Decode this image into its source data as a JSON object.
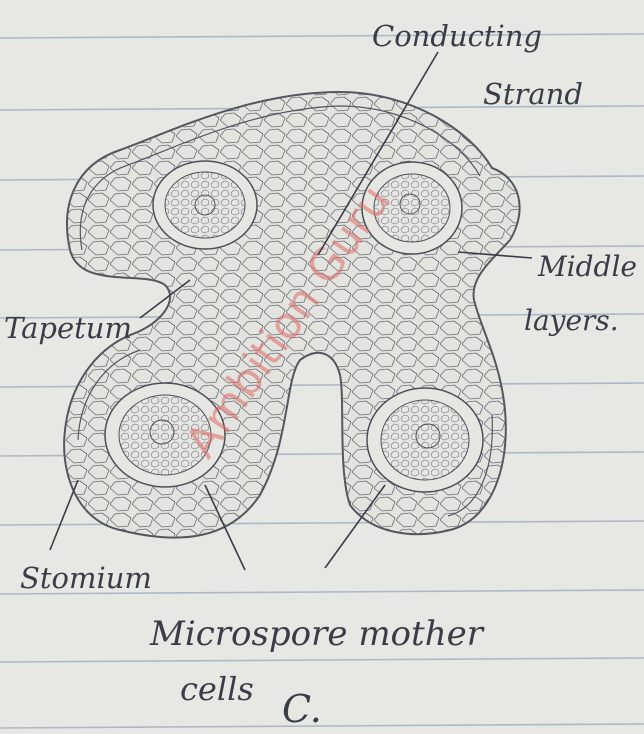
{
  "labels": {
    "conducting_strand": [
      "Conducting",
      "Strand"
    ],
    "middle_layers": [
      "Middle",
      "layers."
    ],
    "tapetum": "Tapetum",
    "stomium": "Stomium",
    "microspore_mother_cells": [
      "Microspore mother",
      "cells"
    ],
    "figure_letter": "C."
  },
  "watermark": "Ambition Guru",
  "colors": {
    "paper": "#e7e8e4",
    "rule_line": "#a9b9c9",
    "ink": "#3a3c48",
    "watermark": "#e06a63"
  }
}
